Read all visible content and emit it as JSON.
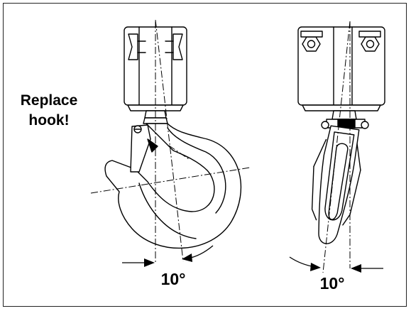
{
  "warning": {
    "line1": "Replace",
    "line2": "hook!"
  },
  "angles": {
    "left": "10°",
    "right": "10°"
  }
}
